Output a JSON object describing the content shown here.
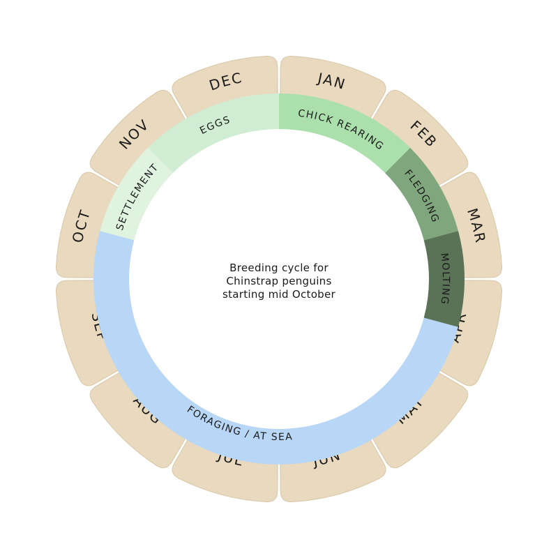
{
  "title_lines": [
    "Breeding cycle for",
    "Chinstrap penguins",
    "starting mid October"
  ],
  "months": [
    "JAN",
    "FEB",
    "MAR",
    "APR",
    "MAY",
    "JUN",
    "JUL",
    "AUG",
    "SEP",
    "OCT",
    "NOV",
    "DEC"
  ],
  "colors": {
    "month_fill": "#e8d9bf",
    "month_stroke": "#d8c6a6",
    "settlement": "#dff3df",
    "eggs": "#d0edd3",
    "chick_rearing": "#abdfac",
    "fledging": "#80a67d",
    "molting": "#5a7256",
    "foraging": "#b8d6f6"
  },
  "phases": [
    {
      "key": "settlement",
      "label": "SETTLEMENT",
      "start_month": 9.5,
      "end_month": 10.5
    },
    {
      "key": "eggs",
      "label": "EGGS",
      "start_month": 10.5,
      "end_month": 12.0
    },
    {
      "key": "chick_rearing",
      "label": "CHICK REARING",
      "start_month": 12.0,
      "end_month": 13.5
    },
    {
      "key": "fledging",
      "label": "FLEDGING",
      "start_month": 13.5,
      "end_month": 14.5
    },
    {
      "key": "molting",
      "label": "MOLTING",
      "start_month": 14.5,
      "end_month": 15.5
    },
    {
      "key": "foraging",
      "label": "FORAGING / AT SEA",
      "start_month": 15.5,
      "end_month": 21.5
    }
  ]
}
